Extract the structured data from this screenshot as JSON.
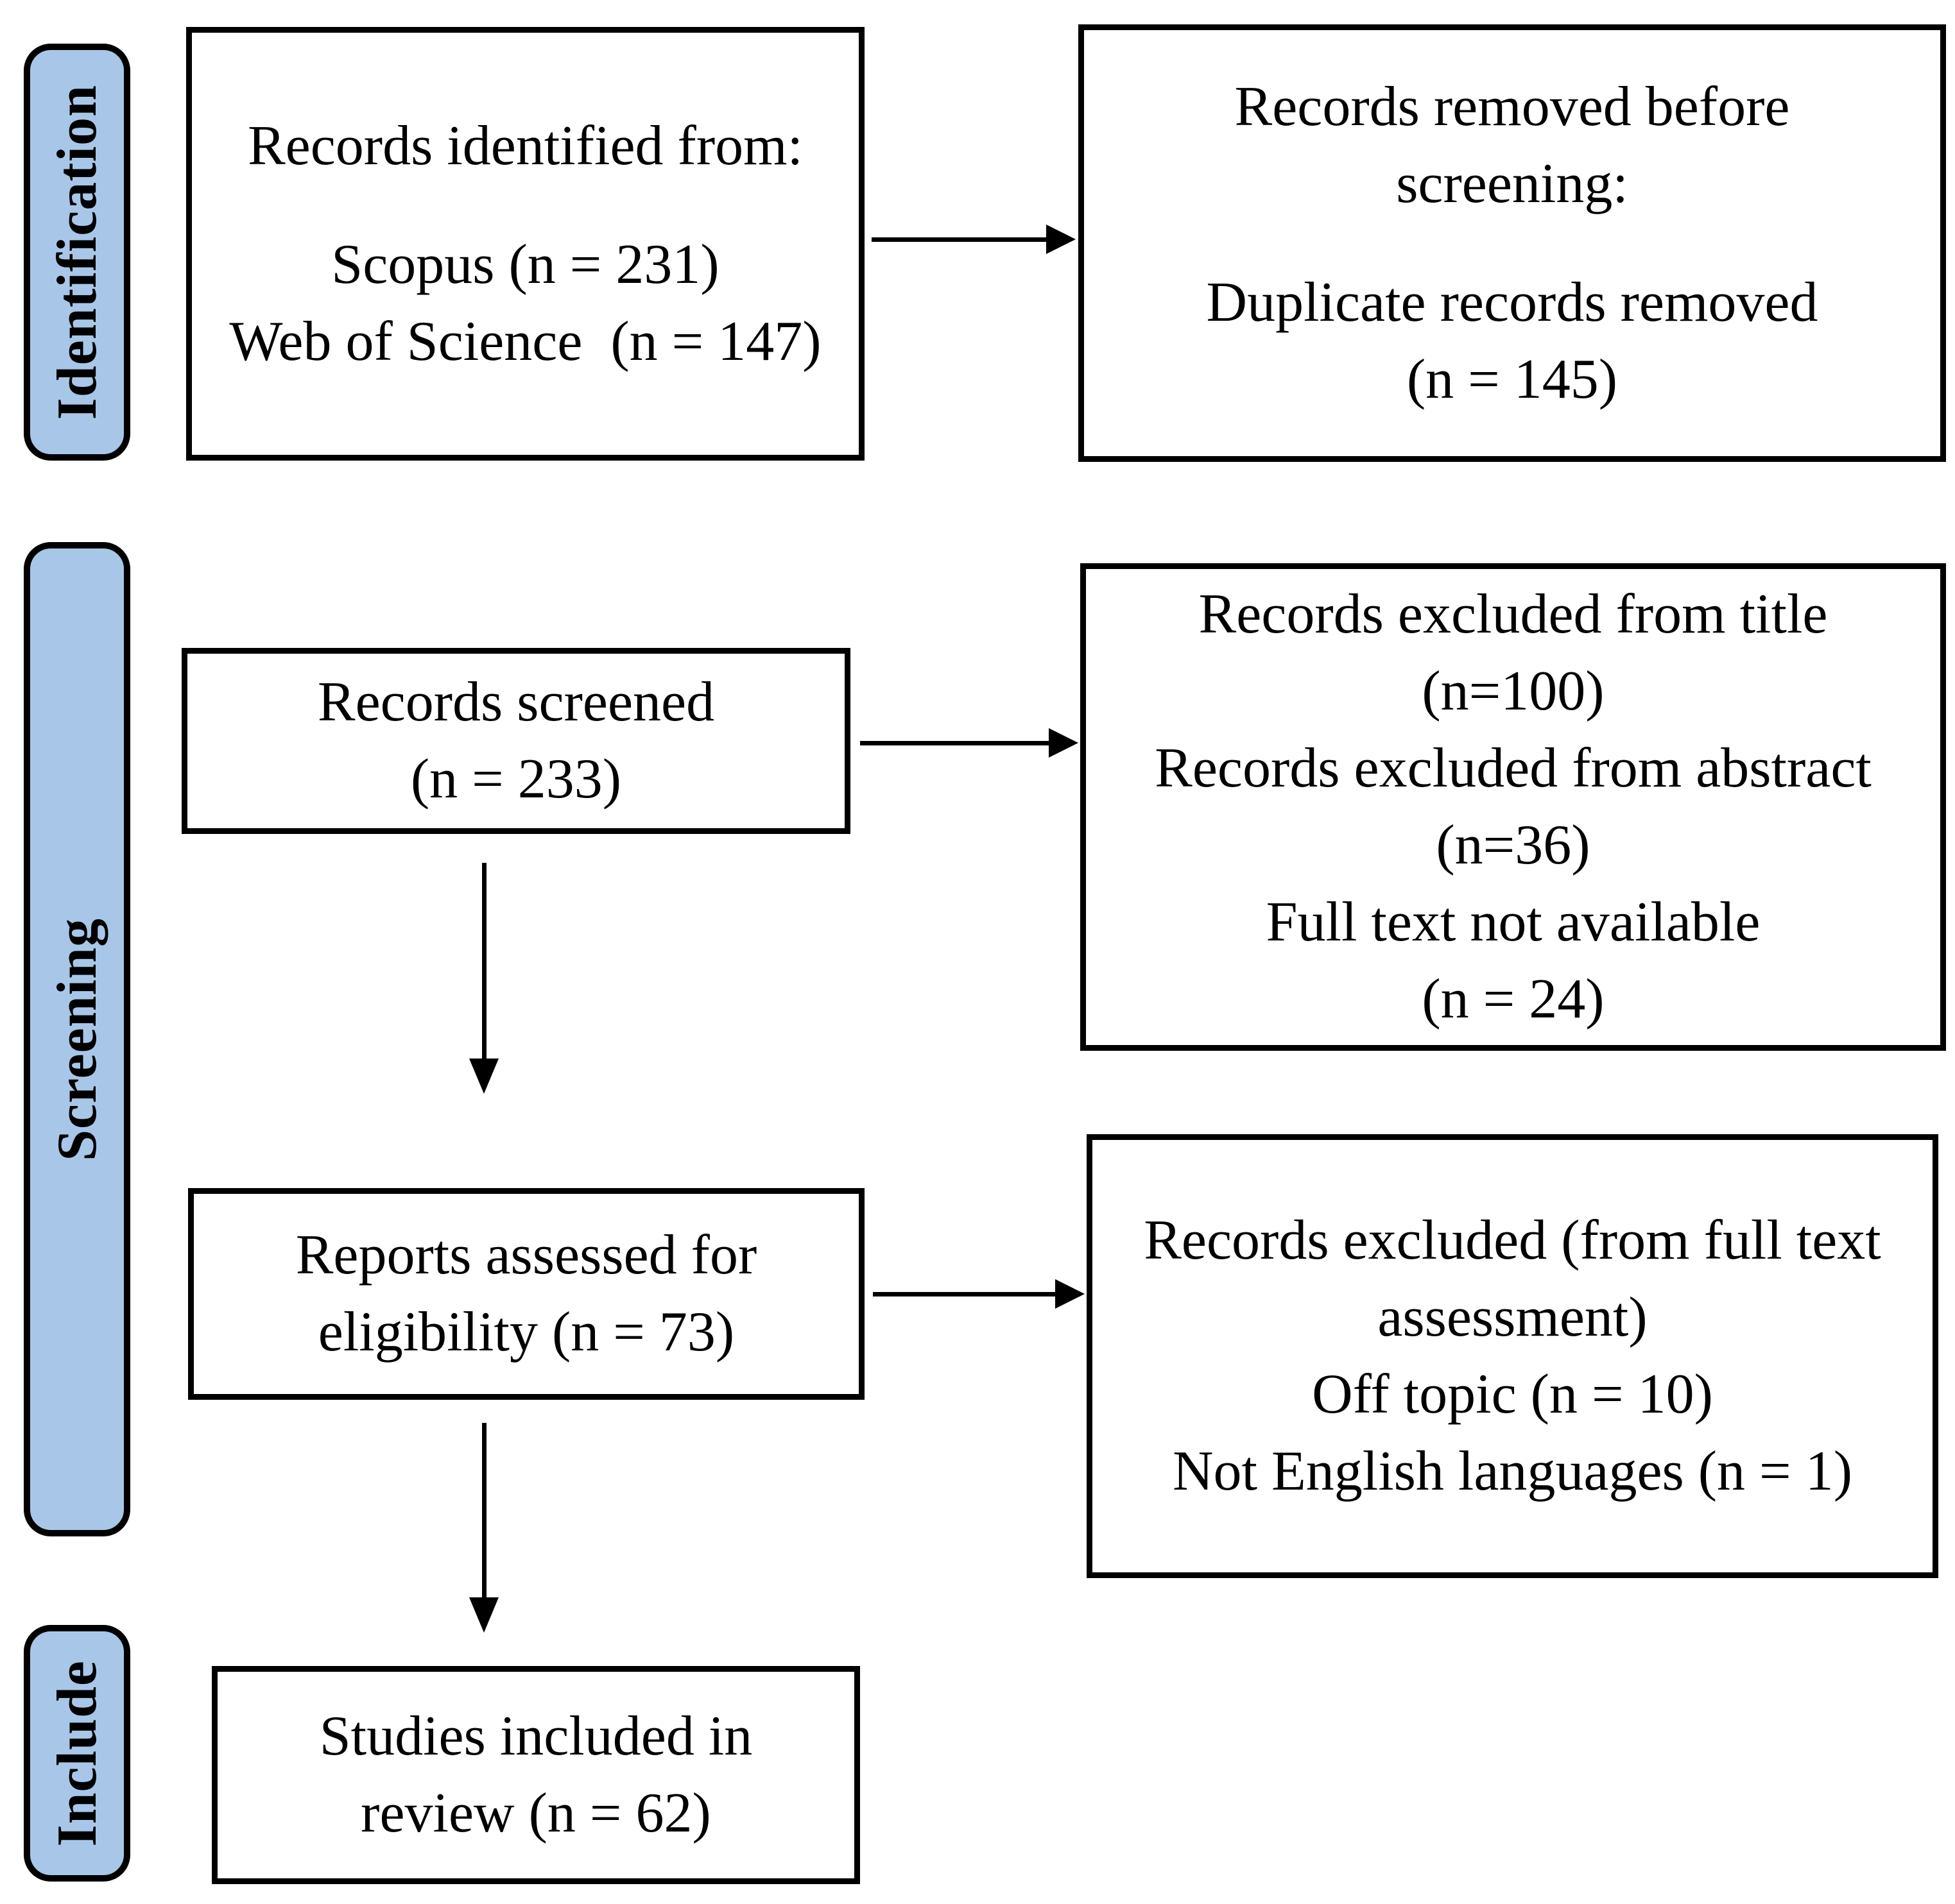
{
  "colors": {
    "stage-fill": "#a8c7e8",
    "stage-border": "#000000",
    "box-bg": "#ffffff",
    "box-border": "#000000",
    "arrow": "#000000",
    "text": "#000000",
    "background": "#ffffff"
  },
  "stages": {
    "identification": "Identification",
    "screening": "Screening",
    "include": "Include"
  },
  "boxes": {
    "identified": {
      "lines": [
        "Records identified from:",
        "",
        "Scopus (n = 231)",
        "Web of Science  (n = 147)"
      ]
    },
    "removed": {
      "lines": [
        "Records removed before",
        "screening:",
        "",
        "Duplicate records removed",
        "(n = 145)"
      ]
    },
    "screened": {
      "lines": [
        "Records screened",
        "(n = 233)"
      ]
    },
    "excluded_screening": {
      "lines": [
        "Records excluded from title",
        "(n=100)",
        "Records excluded from abstract",
        "(n=36)",
        "Full text not available",
        "(n = 24)"
      ]
    },
    "assessed": {
      "lines": [
        "Reports assessed for",
        "eligibility (n = 73)"
      ]
    },
    "excluded_fulltext": {
      "lines": [
        "Records excluded (from full text",
        "assessment)",
        "Off topic (n = 10)",
        "Not English languages (n = 1)"
      ]
    },
    "included": {
      "lines": [
        "Studies included in",
        "review (n = 62)"
      ]
    }
  }
}
